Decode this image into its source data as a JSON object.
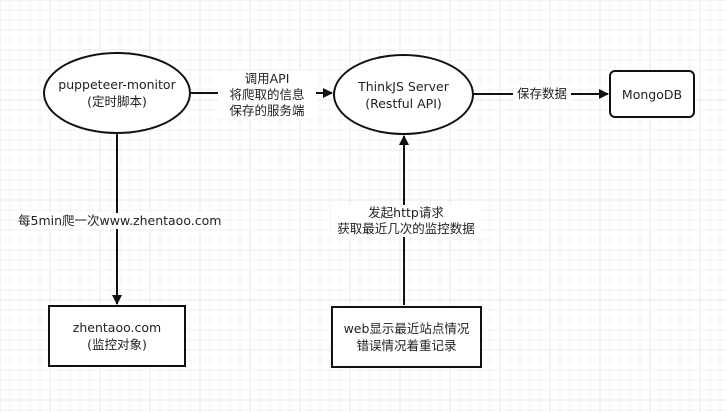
{
  "nodes": {
    "monitor": {
      "line1": "puppeteer-monitor",
      "line2": "(定时脚本)"
    },
    "server": {
      "line1": "ThinkJS Server",
      "line2": "(Restful API)"
    },
    "db": {
      "line1": "MongoDB"
    },
    "site": {
      "line1": "zhentaoo.com",
      "line2": "(监控对象)"
    },
    "web": {
      "line1": "web显示最近站点情况",
      "line2": "错误情况着重记录"
    }
  },
  "edges": {
    "monitor_to_server": {
      "line1": "调用API",
      "line2": "将爬取的信息",
      "line3": "保存的服务端"
    },
    "server_to_db": {
      "line1": "保存数据"
    },
    "monitor_to_site": {
      "line1": "每5min爬一次www.zhentaoo.com"
    },
    "web_to_server": {
      "line1": "发起http请求",
      "line2": "获取最近几次的监控数据"
    }
  }
}
